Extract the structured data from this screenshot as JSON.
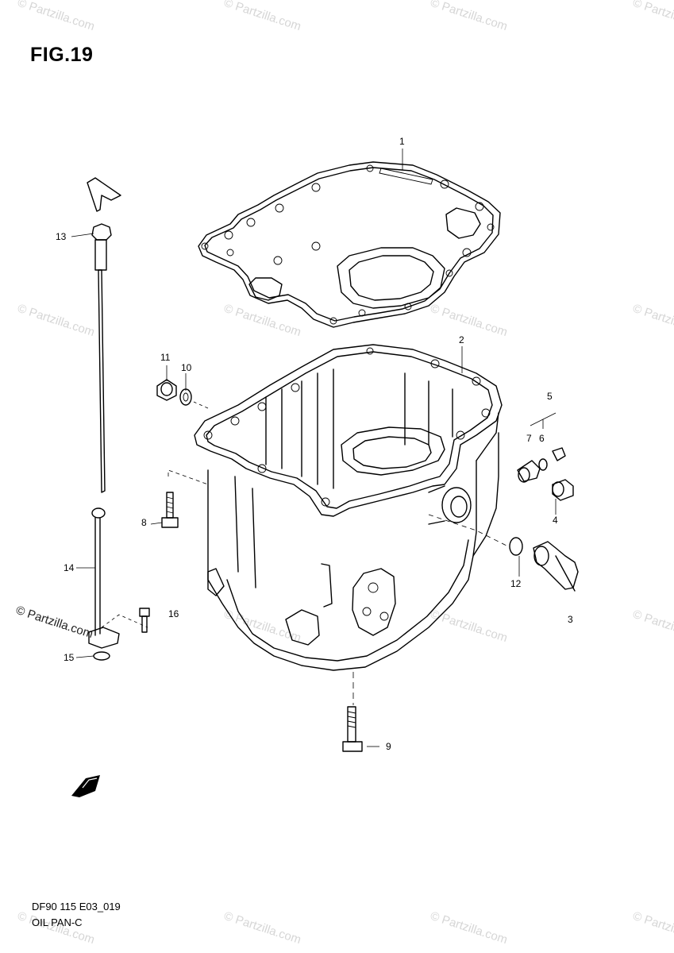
{
  "figure": {
    "title": "FIG.19",
    "model_code": "DF90 115 E03_019",
    "subtitle": "OIL PAN-C"
  },
  "callouts": {
    "c1": "1",
    "c2": "2",
    "c3": "3",
    "c4": "4",
    "c5": "5",
    "c6": "6",
    "c7": "7",
    "c8": "8",
    "c9": "9",
    "c10": "10",
    "c11": "11",
    "c12": "12",
    "c13": "13",
    "c14": "14",
    "c15": "15",
    "c16": "16"
  },
  "watermark": {
    "text": "© Partzilla.com"
  },
  "icons": [
    "front-arrow-icon"
  ],
  "colors": {
    "line": "#000000",
    "watermark": "#d6d6d6",
    "background": "#ffffff"
  }
}
